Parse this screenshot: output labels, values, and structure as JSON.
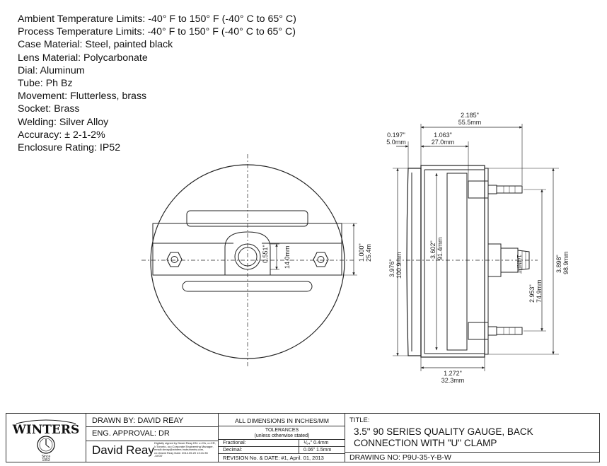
{
  "specs": [
    "Ambient Temperature Limits: -40° F to 150° F (-40° C to 65° C)",
    "Process Temperature Limits: -40° F to 150° F (-40° C to 65° C)",
    "Case Material: Steel, painted black",
    "Lens Material: Polycarbonate",
    "Dial: Aluminum",
    "Tube: Ph Bz",
    "Movement: Flutterless, brass",
    "Socket: Brass",
    "Welding: Silver Alloy",
    "Accuracy: ± 2-1-2%",
    "Enclosure Rating: IP52"
  ],
  "dimensions": {
    "front_height_in": "1.000\"",
    "front_height_mm": "25.4m",
    "bore_in": "0.551\"",
    "bore_mm": "14.0mm",
    "overall_depth_in": "2.185\"",
    "overall_depth_mm": "55.5mm",
    "bezel_in": "0.197\"",
    "bezel_mm": "5.0mm",
    "case_depth_in": "1.063\"",
    "case_depth_mm": "27.0mm",
    "outer_dia_in": "3.976\"",
    "outer_dia_mm": "100.9mm",
    "dial_dia_in": "3.602\"",
    "dial_dia_mm": "91.4mm",
    "flange_in": "3.898\"",
    "flange_mm": "98.9mm",
    "stud_spacing_in": "2.953\"",
    "stud_spacing_mm": "74.9mm",
    "bottom_in": "1.272\"",
    "bottom_mm": "32.3mm",
    "thread": "1/4NPT"
  },
  "title_block": {
    "logo": "WINTERS",
    "logo_since": "Since",
    "logo_year": "1953",
    "drawn_by": "DRAWN BY: DAVID REAY",
    "eng_approval": "ENG. APPROVAL: DR",
    "signature": "David Reay",
    "signature_note": "Digitally signed by David Reay DN: c=CA, o=CR, l=Toronto, ou=Corporate Engineering Manager, email=dreay@winters instruments.com, cn=David Reay Date: 2014.05.20 13:41:35 -04'00'",
    "all_dims": "ALL DIMENSIONS IN INCHES/MM",
    "tolerances": "TOLERANCES",
    "unless": "(unless otherwise stated)",
    "fractional_label": "Fractional:",
    "fractional_value": "⅟₆₄\" 0.4mm",
    "decimal_label": "Decimal:",
    "decimal_value": "0.06\" 1.5mm",
    "revision": "REVISION No. & DATE: #1, April. 01, 2013",
    "title_label": "TITLE:",
    "title_line1": "3.5\" 90 SERIES QUALITY GAUGE, BACK",
    "title_line2": "CONNECTION WITH \"U\" CLAMP",
    "drawing_no": "DRAWING NO: P9U-35-Y-B-W"
  }
}
